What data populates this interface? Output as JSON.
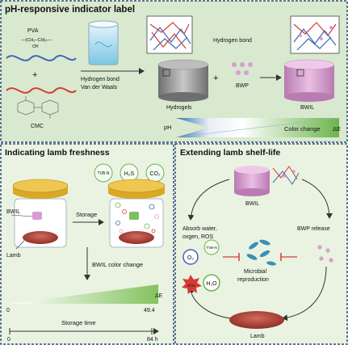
{
  "panels": {
    "top": {
      "title": "pH-responsive indicator label",
      "pva": "PVA",
      "plus1": "+",
      "cmc": "CMC",
      "arrow_line1": "Hydrogen bond",
      "arrow_line2": "Van der Waals",
      "hydrogen_bond": "Hydrogen bond",
      "hydrogels": "Hydrogels",
      "plus2": "+",
      "bwp": "BWP",
      "bwil": "BWIL",
      "ph": "pH",
      "color_change": "Color change",
      "delta_e": "ΔE"
    },
    "bottom_left": {
      "title": "Indicating lamb freshness",
      "tvbn": "TVB-N",
      "h2s": "H₂S",
      "co2": "CO₂",
      "bwil": "BWIL",
      "storage": "Storage",
      "lamb": "Lamb",
      "bwil_color_change": "BWIL color change",
      "delta_e": "ΔE",
      "scale_min": "0",
      "scale_max": "49.4",
      "storage_time": "Storage time",
      "time_min": "0",
      "time_max": "84 h"
    },
    "bottom_right": {
      "title": "Extending lamb shelf-life",
      "bwil": "BWIL",
      "absorb_line1": "Absorb water,",
      "absorb_line2": "oxgen, ROS",
      "o2": "O₂",
      "tvbn": "TVB-N",
      "ros": "ROS",
      "h2o": "H₂O",
      "bwp_release": "BWP release",
      "microbial_line1": "Microbial",
      "microbial_line2": "reproduction",
      "lamb": "Lamb"
    }
  },
  "colors": {
    "panel_bg_top": "#d8e9d0",
    "panel_bg_bottom": "#eaf3e2",
    "border": "#2d4e6e",
    "ph_gradient_start": "#2e6fb4",
    "color_change_end": "#6cb44a",
    "freshness_gradient": "#86c260",
    "bwil_pink": "#d79ed0",
    "lamb_red": "#b8473f",
    "lid_gold": "#d9a827"
  }
}
